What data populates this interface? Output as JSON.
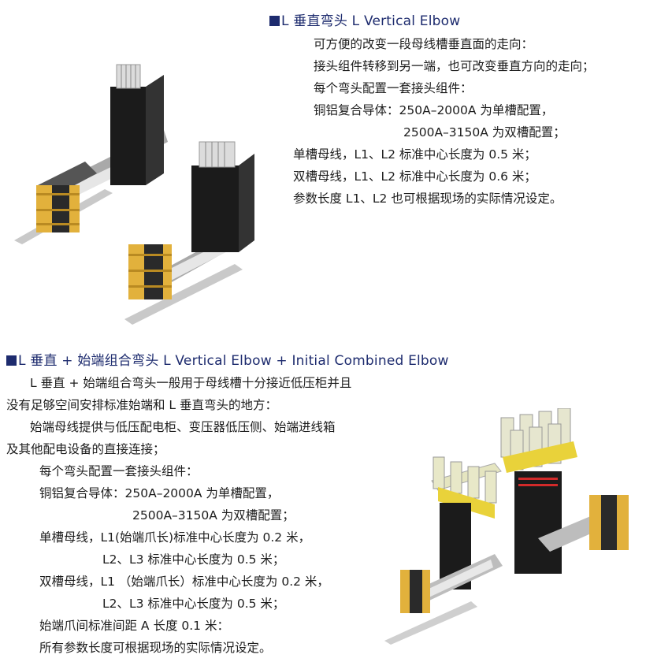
{
  "section1": {
    "title": "L 垂直弯头 L Vertical Elbow",
    "lines": [
      "可方便的改变一段母线槽垂直面的走向：",
      "接头组件转移到另一端，也可改变垂直方向的走向；",
      "每个弯头配置一套接头组件：",
      "铜铝复合导体：250A–2000A 为单槽配置，",
      "2500A–3150A 为双槽配置；",
      "单槽母线，L1、L2 标准中心长度为 0.5 米；",
      "双槽母线，L1、L2 标准中心长度为 0.6 米；",
      "参数长度 L1、L2 也可根据现场的实际情况设定。"
    ]
  },
  "section2": {
    "title": "L 垂直 + 始端组合弯头  L Vertical Elbow + Initial Combined Elbow",
    "lines": [
      "L 垂直 + 始端组合弯头一般用于母线槽十分接近低压柜并且",
      "没有足够空间安排标准始端和 L 垂直弯头的地方：",
      "始端母线提供与低压配电柜、变压器低压侧、始端进线箱",
      "及其他配电设备的直接连接；",
      "每个弯头配置一套接头组件：",
      "铜铝复合导体：250A–2000A 为单槽配置，",
      "2500A–3150A 为双槽配置；",
      "单槽母线，L1(始端爪长)标准中心长度为 0.2 米，",
      "L2、L3 标准中心长度为 0.5 米；",
      "双槽母线，L1 （始端爪长）标准中心长度为 0.2 米，",
      "L2、L3 标准中心长度为 0.5 米；",
      "始端爪间标准间距 A 长度 0.1 米：",
      "所有参数长度可根据现场的实际情况设定。"
    ]
  },
  "colors": {
    "title": "#1d2b6e",
    "housing": "#1b1b1b",
    "plate": "#d9d9d9",
    "copper": "#e2b13c",
    "red": "#d22a2a"
  },
  "icons": {
    "bullet": "square-bullet-icon"
  }
}
